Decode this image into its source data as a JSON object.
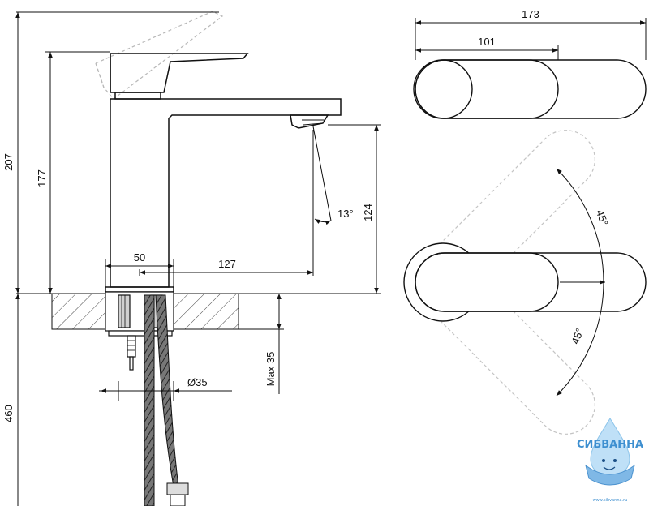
{
  "dimensions": {
    "total_height": "207",
    "spout_height": "177",
    "under_spout": "124",
    "base_diameter": "50",
    "reach": "127",
    "spray_angle": "13°",
    "total_width": "173",
    "lever_length": "101",
    "rotation_up": "45°",
    "rotation_down": "45°",
    "hose_length": "460",
    "max_thickness": "Max 35",
    "hole_diameter": "Ø35"
  },
  "logo": {
    "brand": "СИБВАННА",
    "url": "www.sibvanna.ru"
  },
  "colors": {
    "line": "#111111",
    "hatch": "#555555",
    "ghost": "#b8b8b8",
    "brand": "#3d8fd0"
  }
}
